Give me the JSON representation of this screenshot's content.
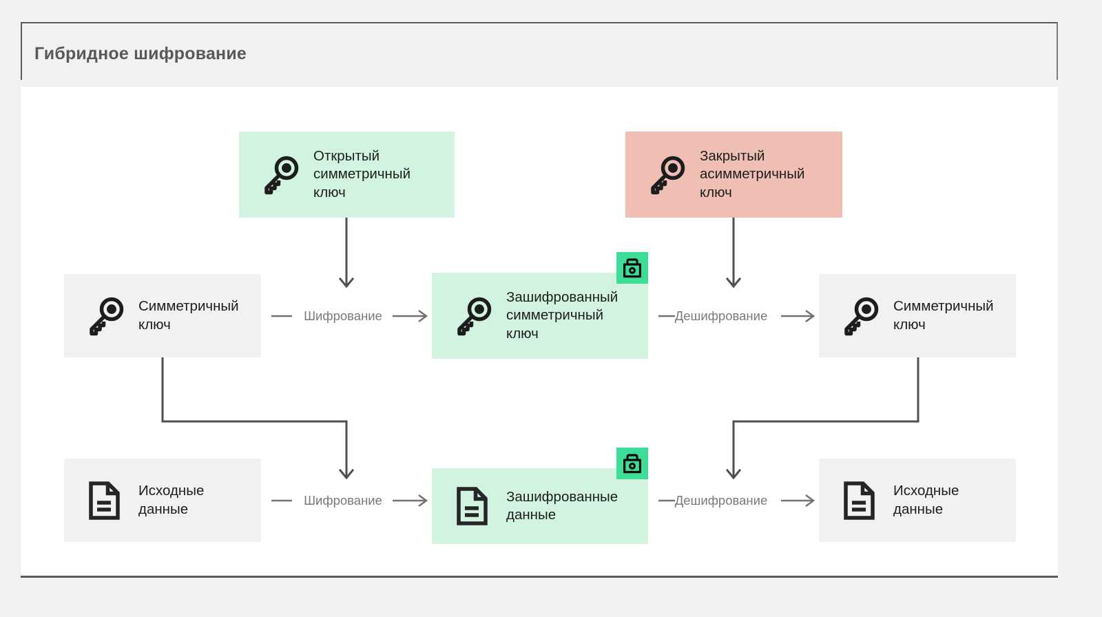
{
  "frame": {
    "title": "Гибридное шифрование"
  },
  "colors": {
    "grey_box": "#f1f1f1",
    "green_box": "#d3f3e1",
    "pink_box": "#efbfb6",
    "badge_green": "#3ddc97",
    "frame_border": "#555a5d",
    "text_dark": "#1d1d1d",
    "text_muted": "#77797b",
    "canvas": "#ffffff"
  },
  "nodes": [
    {
      "id": "public-symmetric-key",
      "label": "Открытый\nсимметричный\nключ",
      "icon": "key-icon",
      "style": "green",
      "badge": null
    },
    {
      "id": "private-asymmetric-key",
      "label": "Закрытый\nасимметричный\nключ",
      "icon": "key-icon",
      "style": "pink",
      "badge": null
    },
    {
      "id": "symmetric-key-left",
      "label": "Симметричный\nключ",
      "icon": "key-icon",
      "style": "grey",
      "badge": null
    },
    {
      "id": "encrypted-symmetric-key",
      "label": "Зашифрованный\nсимметричный\nключ",
      "icon": "key-icon",
      "style": "green",
      "badge": "lock-icon"
    },
    {
      "id": "symmetric-key-right",
      "label": "Симметричный\nключ",
      "icon": "key-icon",
      "style": "grey",
      "badge": null
    },
    {
      "id": "source-data-left",
      "label": "Исходные\nданные",
      "icon": "document-icon",
      "style": "grey",
      "badge": null
    },
    {
      "id": "encrypted-data",
      "label": "Зашифрованные\nданные",
      "icon": "document-icon",
      "style": "green",
      "badge": "lock-icon"
    },
    {
      "id": "source-data-right",
      "label": "Исходные\nданные",
      "icon": "document-icon",
      "style": "grey",
      "badge": null
    }
  ],
  "edges": [
    {
      "id": "encrypt-key",
      "label": "Шифрование"
    },
    {
      "id": "decrypt-key",
      "label": "Дешифрование"
    },
    {
      "id": "encrypt-data",
      "label": "Шифрование"
    },
    {
      "id": "decrypt-data",
      "label": "Дешифрование"
    }
  ]
}
